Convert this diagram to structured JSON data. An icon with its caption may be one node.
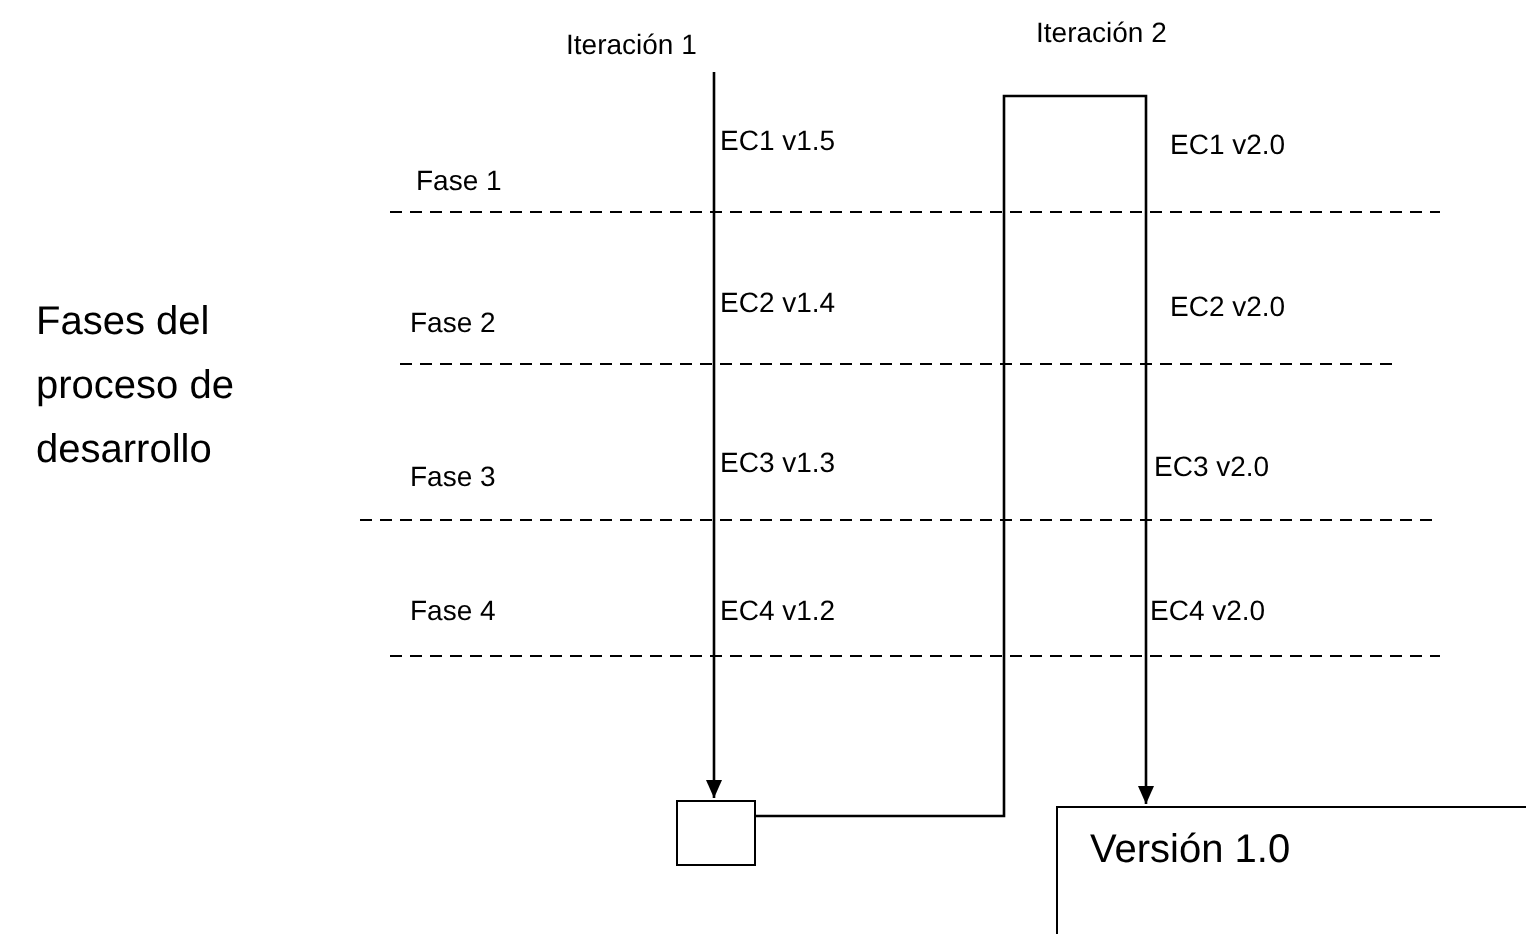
{
  "diagram": {
    "nodes": [
      {
        "text": [
          "Iteración 1"
        ]
      },
      {
        "text": [],
        "shape": "box"
      },
      {
        "text": [
          "Versión 1.0"
        ]
      }
    ],
    "edges": [
      {
        "from": 0,
        "to": 1,
        "arrow": "to"
      },
      {
        "from": 1,
        "to": 2,
        "arrow": "to"
      }
    ],
    "labels": [
      "Iteración 2",
      "Fases del proceso de desarrollo",
      "Fase 1",
      "EC1 v1.5",
      "EC1 v2.0",
      "Fase 2",
      "EC2 v1.4",
      "EC2 v2.0",
      "Fase 3",
      "EC3 v1.3",
      "EC3 v2.0",
      "Fase 4",
      "EC4 v1.2",
      "EC4 v2.0"
    ]
  }
}
